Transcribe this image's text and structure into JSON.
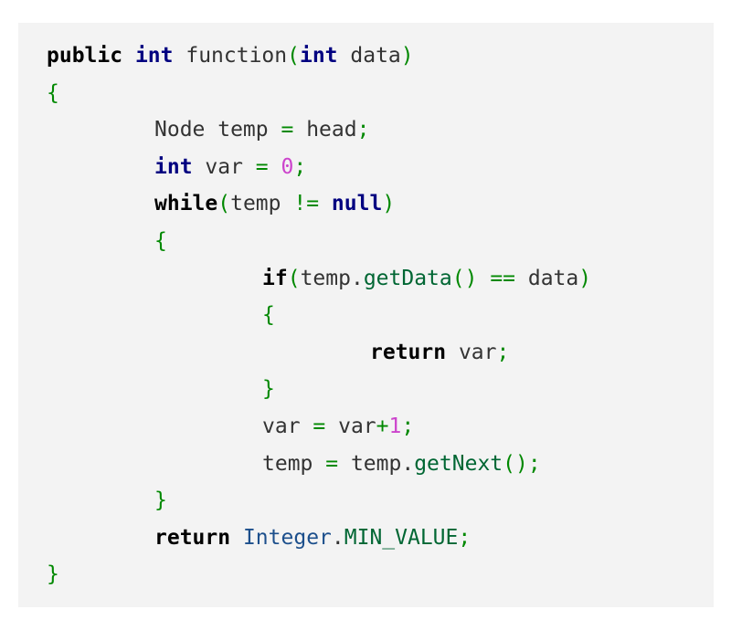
{
  "code": {
    "lines": [
      {
        "indent": 0,
        "tokens": [
          {
            "t": "public",
            "c": "kw"
          },
          {
            "t": " ",
            "c": "plain"
          },
          {
            "t": "int",
            "c": "type"
          },
          {
            "t": " function",
            "c": "plain"
          },
          {
            "t": "(",
            "c": "punc"
          },
          {
            "t": "int",
            "c": "type"
          },
          {
            "t": " data",
            "c": "plain"
          },
          {
            "t": ")",
            "c": "punc"
          }
        ]
      },
      {
        "indent": 0,
        "tokens": [
          {
            "t": "{",
            "c": "punc"
          }
        ]
      },
      {
        "indent": 1,
        "tokens": [
          {
            "t": "Node temp ",
            "c": "plain"
          },
          {
            "t": "=",
            "c": "op"
          },
          {
            "t": " head",
            "c": "plain"
          },
          {
            "t": ";",
            "c": "punc"
          }
        ]
      },
      {
        "indent": 1,
        "tokens": [
          {
            "t": "int",
            "c": "type"
          },
          {
            "t": " var ",
            "c": "plain"
          },
          {
            "t": "=",
            "c": "op"
          },
          {
            "t": " ",
            "c": "plain"
          },
          {
            "t": "0",
            "c": "num"
          },
          {
            "t": ";",
            "c": "punc"
          }
        ]
      },
      {
        "indent": 1,
        "tokens": [
          {
            "t": "while",
            "c": "kw"
          },
          {
            "t": "(",
            "c": "punc"
          },
          {
            "t": "temp ",
            "c": "plain"
          },
          {
            "t": "!=",
            "c": "op"
          },
          {
            "t": " ",
            "c": "plain"
          },
          {
            "t": "null",
            "c": "type"
          },
          {
            "t": ")",
            "c": "punc"
          }
        ]
      },
      {
        "indent": 1,
        "tokens": [
          {
            "t": "{",
            "c": "punc"
          }
        ]
      },
      {
        "indent": 2,
        "tokens": [
          {
            "t": "if",
            "c": "kw"
          },
          {
            "t": "(",
            "c": "punc"
          },
          {
            "t": "temp.",
            "c": "plain"
          },
          {
            "t": "getData",
            "c": "meth"
          },
          {
            "t": "()",
            "c": "punc"
          },
          {
            "t": " ",
            "c": "plain"
          },
          {
            "t": "==",
            "c": "op"
          },
          {
            "t": " data",
            "c": "plain"
          },
          {
            "t": ")",
            "c": "punc"
          }
        ]
      },
      {
        "indent": 2,
        "tokens": [
          {
            "t": "{",
            "c": "punc"
          }
        ]
      },
      {
        "indent": 3,
        "tokens": [
          {
            "t": "return",
            "c": "kw"
          },
          {
            "t": " var",
            "c": "plain"
          },
          {
            "t": ";",
            "c": "punc"
          }
        ]
      },
      {
        "indent": 2,
        "tokens": [
          {
            "t": "}",
            "c": "punc"
          }
        ]
      },
      {
        "indent": 2,
        "tokens": [
          {
            "t": "var ",
            "c": "plain"
          },
          {
            "t": "=",
            "c": "op"
          },
          {
            "t": " var",
            "c": "plain"
          },
          {
            "t": "+",
            "c": "op"
          },
          {
            "t": "1",
            "c": "num"
          },
          {
            "t": ";",
            "c": "punc"
          }
        ]
      },
      {
        "indent": 2,
        "tokens": [
          {
            "t": "temp ",
            "c": "plain"
          },
          {
            "t": "=",
            "c": "op"
          },
          {
            "t": " temp.",
            "c": "plain"
          },
          {
            "t": "getNext",
            "c": "meth"
          },
          {
            "t": "();",
            "c": "punc"
          }
        ]
      },
      {
        "indent": 1,
        "tokens": [
          {
            "t": "}",
            "c": "punc"
          }
        ]
      },
      {
        "indent": 1,
        "tokens": [
          {
            "t": "return",
            "c": "kw"
          },
          {
            "t": " ",
            "c": "plain"
          },
          {
            "t": "Integer",
            "c": "cls"
          },
          {
            "t": ".",
            "c": "plain"
          },
          {
            "t": "MIN_VALUE",
            "c": "const"
          },
          {
            "t": ";",
            "c": "punc"
          }
        ]
      },
      {
        "indent": 0,
        "tokens": [
          {
            "t": "}",
            "c": "punc"
          }
        ]
      }
    ]
  }
}
